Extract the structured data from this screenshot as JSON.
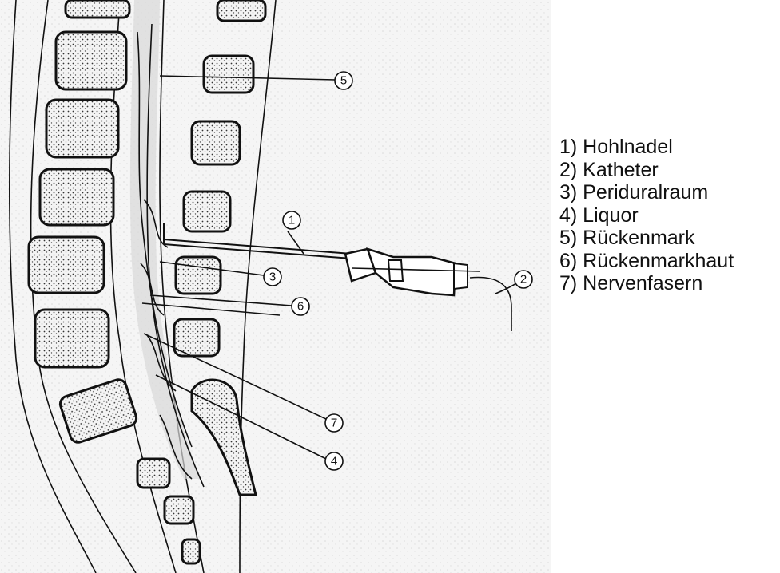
{
  "legend": {
    "items": [
      "1) Hohlnadel",
      "2) Katheter",
      "3) Periduralraum",
      "4) Liquor",
      "5) Rückenmark",
      "6) Rückenmarkhaut",
      "7) Nervenfasern"
    ]
  },
  "callouts": [
    {
      "id": "callout-1",
      "number": "1"
    },
    {
      "id": "callout-2",
      "number": "2"
    },
    {
      "id": "callout-3",
      "number": "3"
    },
    {
      "id": "callout-4",
      "number": "4"
    },
    {
      "id": "callout-5",
      "number": "5"
    },
    {
      "id": "callout-6",
      "number": "6"
    },
    {
      "id": "callout-7",
      "number": "7"
    }
  ],
  "colors": {
    "bone": "#f2f2f2",
    "ink": "#111111",
    "paper": "#ffffff"
  }
}
